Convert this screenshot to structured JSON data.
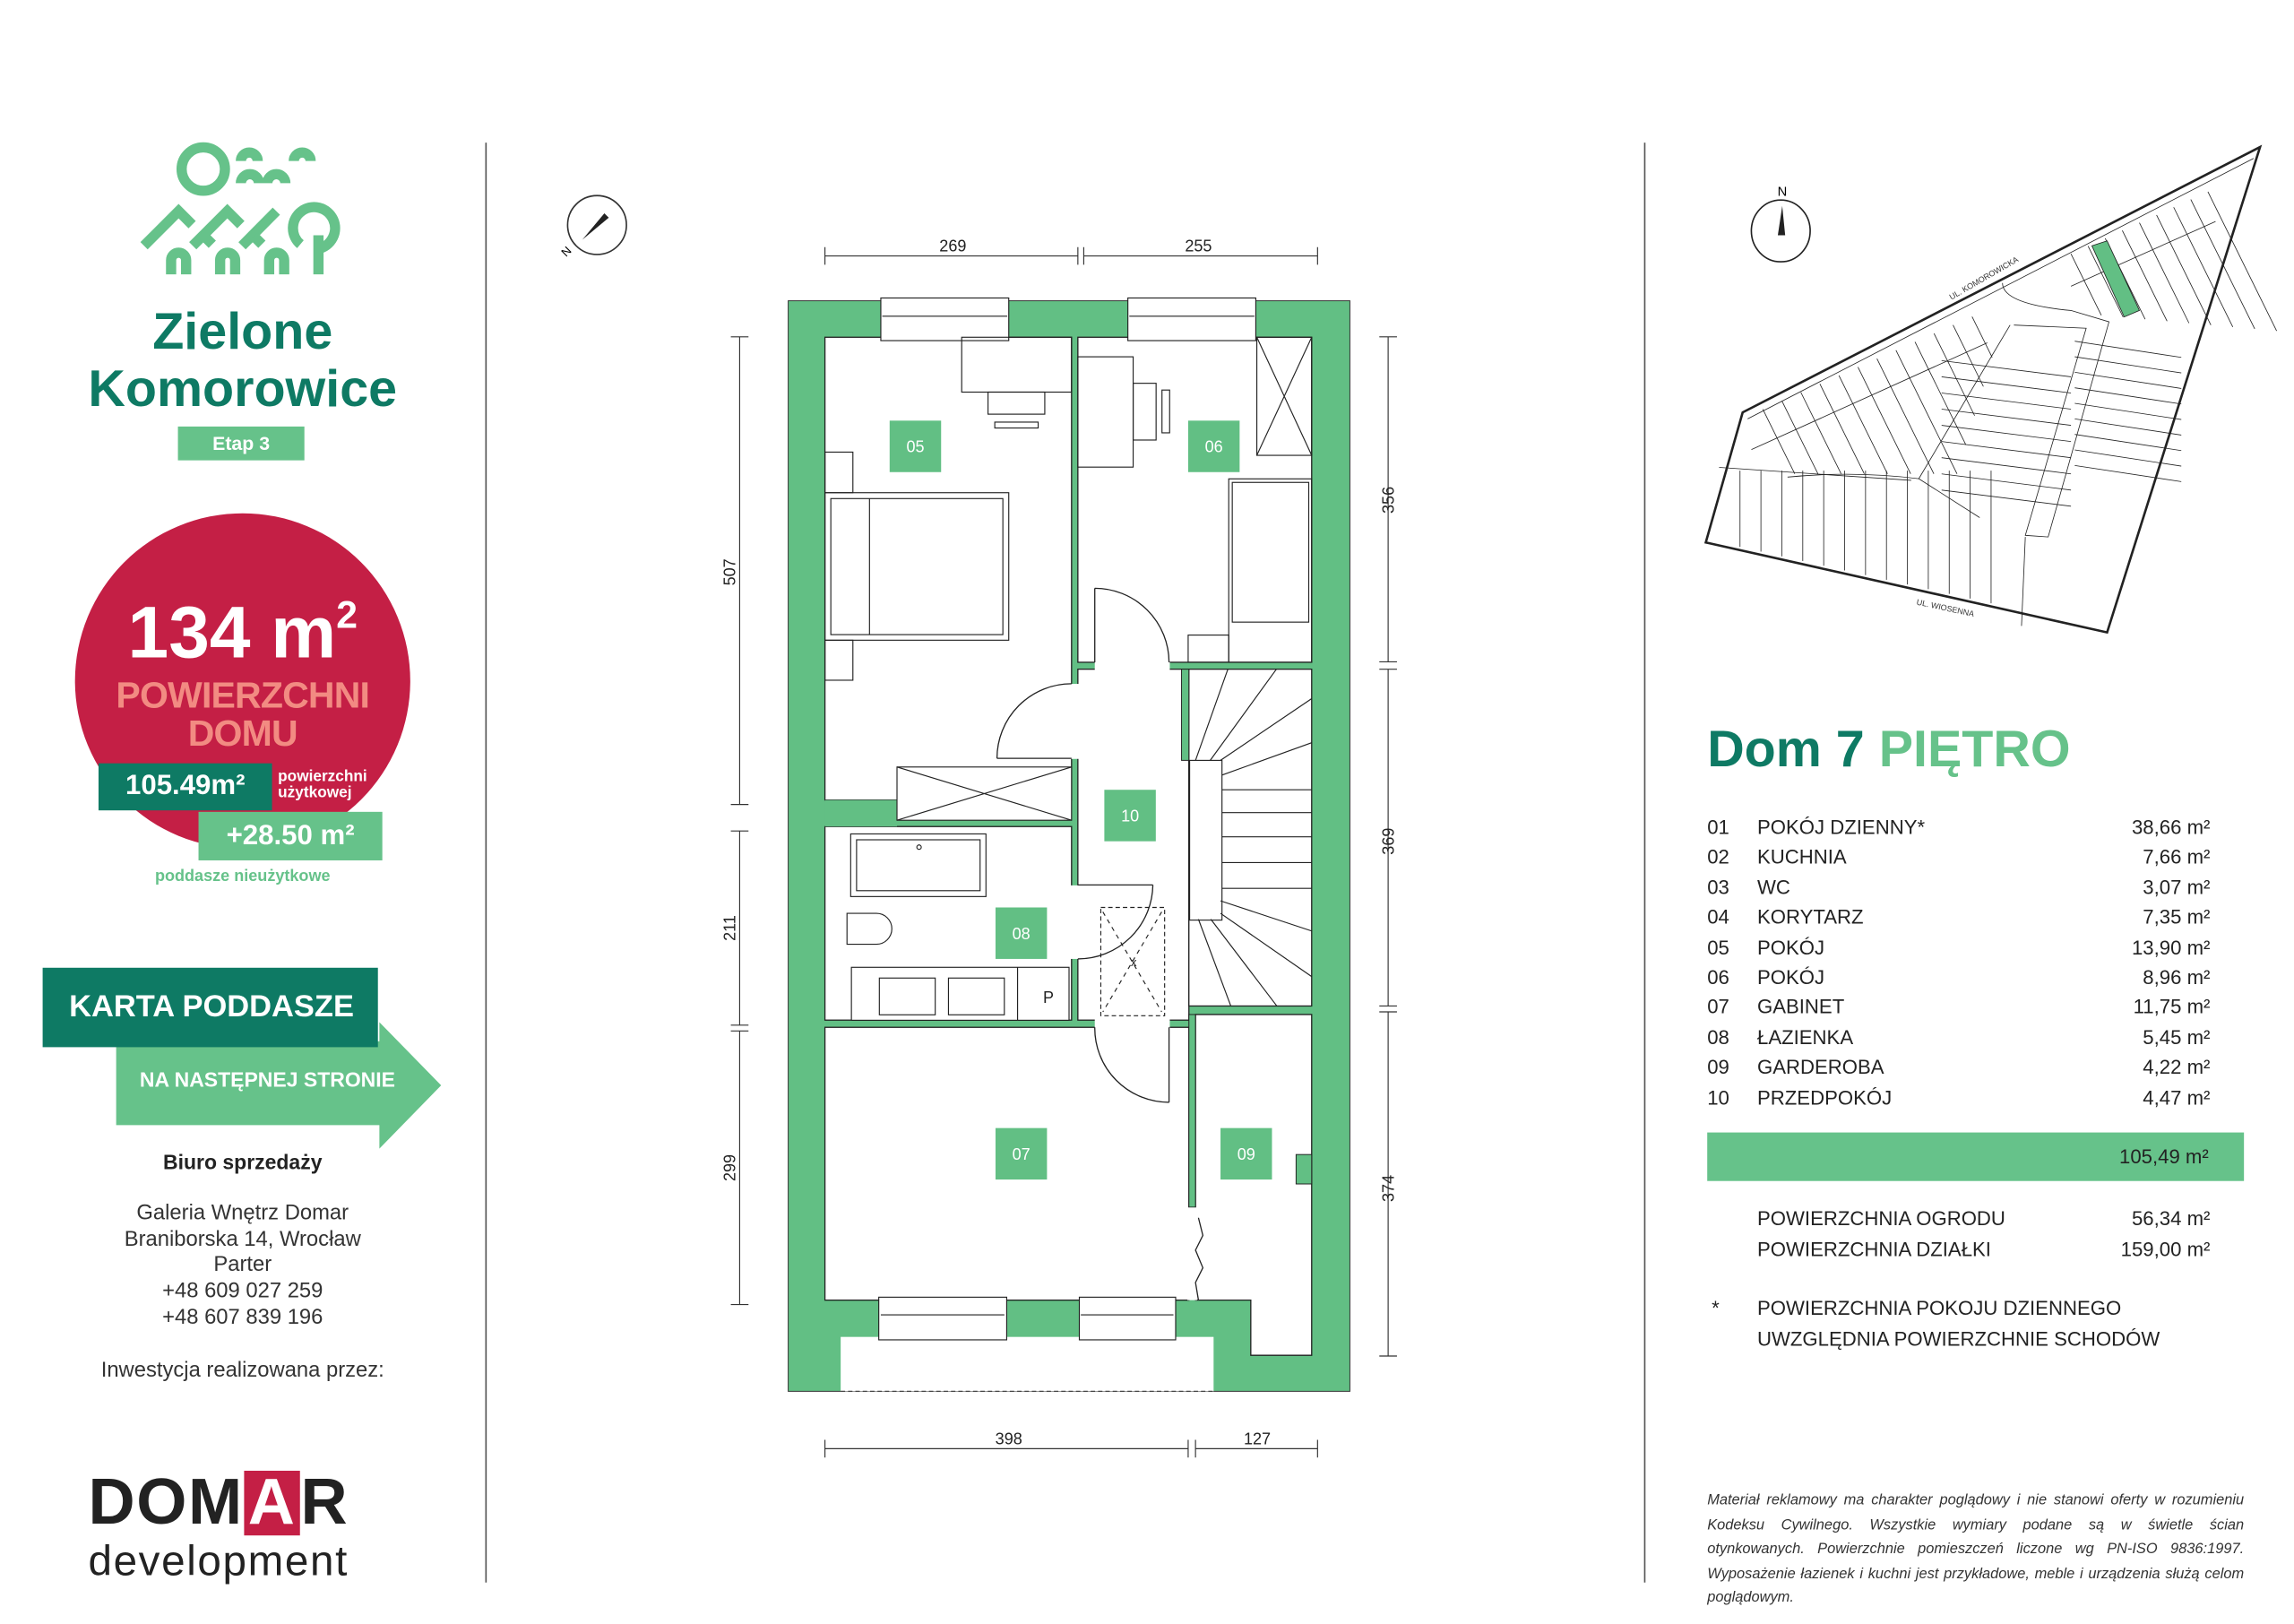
{
  "brand": {
    "name_line1": "Zielone",
    "name_line2": "Komorowice",
    "stage": "Etap 3"
  },
  "area_badge": {
    "total": "134 m",
    "total_sup": "2",
    "total_label_1": "POWIERZCHNI",
    "total_label_2": "DOMU",
    "usable": "105.49m²",
    "usable_label_1": "powierzchni",
    "usable_label_2": "użytkowej",
    "attic": "+28.50 m²",
    "attic_label": "poddasze nieużytkowe"
  },
  "next_page": {
    "title": "KARTA PODDASZE",
    "subtitle": "NA NASTĘPNEJ STRONIE"
  },
  "sales_office": {
    "heading": "Biuro sprzedaży",
    "lines": [
      "Galeria Wnętrz Domar",
      "Braniborska 14, Wrocław",
      "Parter",
      "+48 609 027 259",
      "+48 607 839 196"
    ],
    "investor_label": "Inwestycja realizowana przez:"
  },
  "developer_logo": {
    "text_dom": "DOM",
    "text_a": "A",
    "text_r": "R",
    "text_sub": "development"
  },
  "plan": {
    "compass_label": "N",
    "rooms": {
      "r05": "05",
      "r06": "06",
      "r10": "10",
      "r08": "08",
      "r07": "07",
      "r09": "09"
    },
    "fixture_p": "P",
    "shower_mark": "x",
    "dims": {
      "top": [
        "269",
        "255"
      ],
      "bottom": [
        "398",
        "127"
      ],
      "left": [
        "507",
        "211",
        "299"
      ],
      "right": [
        "356",
        "369",
        "374"
      ]
    }
  },
  "site_map": {
    "compass_label": "N",
    "street_north": "UL. KOMOROWICKA",
    "street_south": "UL. WIOSENNA",
    "highlight_color": "#62bf84"
  },
  "summary": {
    "title_a": "Dom 7",
    "title_b": "PIĘTRO",
    "rooms": [
      {
        "num": "01",
        "name": "POKÓJ DZIENNY*",
        "area": "38,66 m²"
      },
      {
        "num": "02",
        "name": "KUCHNIA",
        "area": "7,66 m²"
      },
      {
        "num": "03",
        "name": "WC",
        "area": "3,07 m²"
      },
      {
        "num": "04",
        "name": "KORYTARZ",
        "area": "7,35 m²"
      },
      {
        "num": "05",
        "name": "POKÓJ",
        "area": "13,90 m²"
      },
      {
        "num": "06",
        "name": "POKÓJ",
        "area": "8,96 m²"
      },
      {
        "num": "07",
        "name": "GABINET",
        "area": "11,75 m²"
      },
      {
        "num": "08",
        "name": "ŁAZIENKA",
        "area": "5,45 m²"
      },
      {
        "num": "09",
        "name": "GARDEROBA",
        "area": "4,22 m²"
      },
      {
        "num": "10",
        "name": "PRZEDPOKÓJ",
        "area": "4,47 m²"
      }
    ],
    "total": "105,49 m²",
    "extras": [
      {
        "name": "POWIERZCHNIA OGRODU",
        "area": "56,34 m²"
      },
      {
        "name": "POWIERZCHNIA DZIAŁKI",
        "area": "159,00 m²"
      }
    ],
    "footnote_mark": "*",
    "footnote_lines": [
      "POWIERZCHNIA POKOJU DZIENNEGO",
      "UWZGLĘDNIA POWIERZCHNIE SCHODÓW"
    ]
  },
  "disclaimer": "Materiał reklamowy ma charakter poglądowy i nie stanowi oferty w rozumieniu Kodeksu Cywilnego. Wszystkie wymiary podane są w świetle ścian otynkowanych. Powierzchnie pomieszczeń liczone wg PN-ISO 9836:1997. Wyposażenie łazienek i kuchni jest przykładowe, meble i urządzenia służą celom poglądowym.",
  "colors": {
    "dark_green": "#0e7a64",
    "light_green": "#66c28a",
    "wall_green": "#62bf84",
    "crimson": "#c41f45",
    "salmon": "#f28b82"
  }
}
